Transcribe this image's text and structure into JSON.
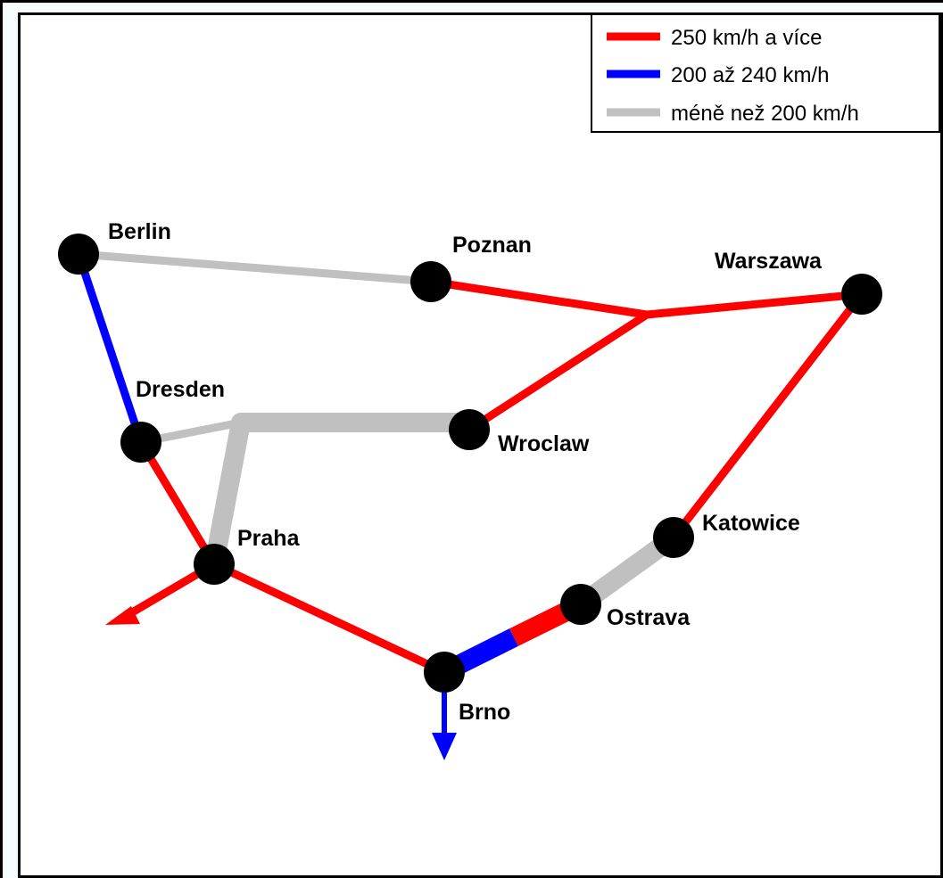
{
  "legend": {
    "items": [
      {
        "label": "250 km/h a více",
        "color": "#ff0000"
      },
      {
        "label": "200 až 240 km/h",
        "color": "#0000ff"
      },
      {
        "label": "méně než 200 km/h",
        "color": "#c0c0c0"
      }
    ]
  },
  "cities": {
    "berlin": "Berlin",
    "poznan": "Poznan",
    "warszawa": "Warszawa",
    "dresden": "Dresden",
    "wroclaw": "Wroclaw",
    "praha": "Praha",
    "katowice": "Katowice",
    "ostrava": "Ostrava",
    "brno": "Brno"
  },
  "colors": {
    "high_speed": "#ff0000",
    "medium_speed": "#0000ff",
    "low_speed": "#c0c0c0",
    "node": "#000000"
  }
}
